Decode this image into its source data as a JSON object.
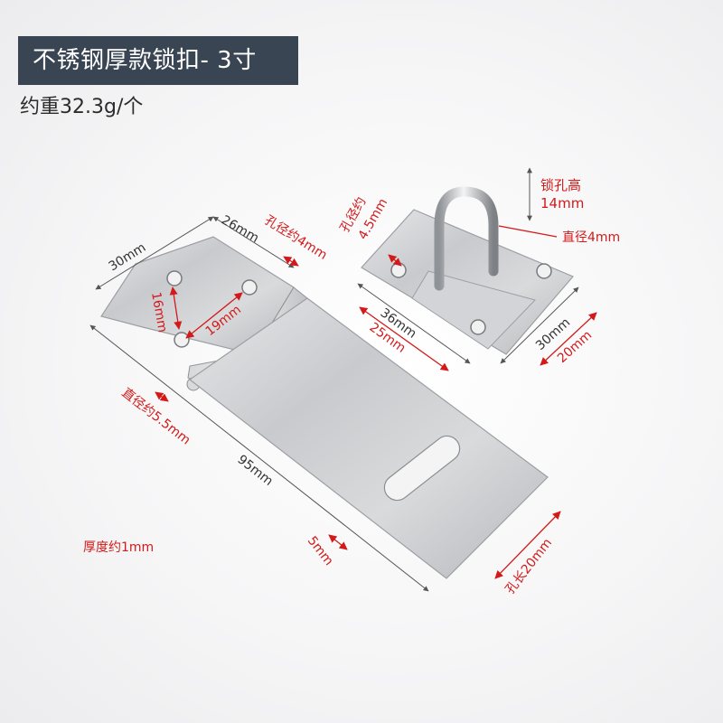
{
  "header": {
    "title": "不锈钢厚款锁扣- 3寸",
    "weight": "约重32.3g/个"
  },
  "dimensions": {
    "width_30": "30mm",
    "width_26": "26mm",
    "hole_dia_4": "孔径约4mm",
    "spacing_16": "16mm",
    "spacing_19": "19mm",
    "pin_dia": "直径约5.5mm",
    "length_95": "95mm",
    "thickness": "厚度约1mm",
    "slot_width": "5mm",
    "slot_length": "孔长20mm",
    "staple_hole_line1": "孔径约",
    "staple_hole_line2": "4.5mm",
    "staple_height_line1": "锁孔高",
    "staple_height_line2": "14mm",
    "staple_dia": "直径4mm",
    "staple_len_36": "36mm",
    "staple_len_25": "25mm",
    "staple_w_30": "30mm",
    "staple_w_20": "20mm"
  },
  "colors": {
    "title_bg": "#3a4554",
    "annotation_red": "#d31a1a",
    "metal": "#c9cbce"
  }
}
